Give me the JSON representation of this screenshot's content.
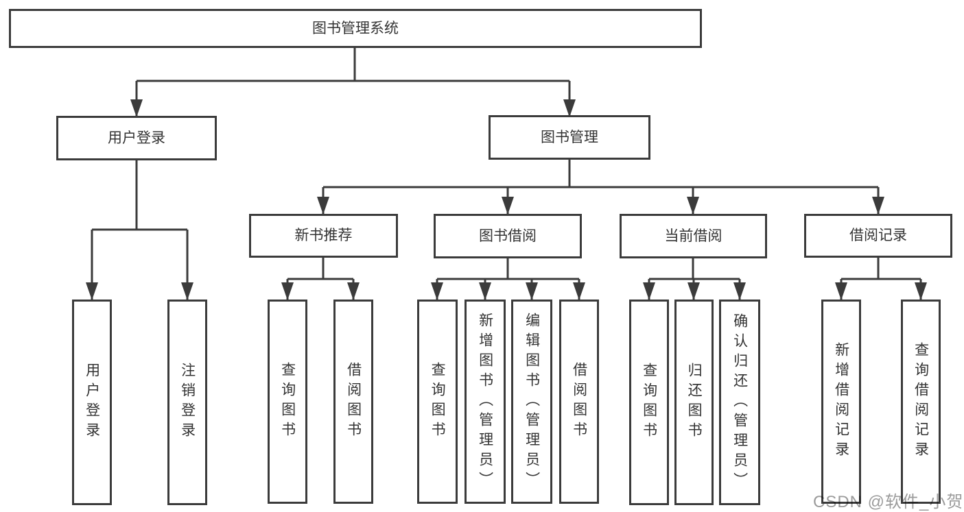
{
  "tree": {
    "root": {
      "label": "图书管理系统",
      "children": [
        {
          "label": "用户登录",
          "children": [
            {
              "label": "用户登录"
            },
            {
              "label": "注销登录"
            }
          ]
        },
        {
          "label": "图书管理",
          "children": [
            {
              "label": "新书推荐",
              "children": [
                {
                  "label": "查询图书"
                },
                {
                  "label": "借阅图书"
                }
              ]
            },
            {
              "label": "图书借阅",
              "children": [
                {
                  "label": "查询图书"
                },
                {
                  "label": "新增图书（管理员）"
                },
                {
                  "label": "编辑图书（管理员）"
                },
                {
                  "label": "借阅图书"
                }
              ]
            },
            {
              "label": "当前借阅",
              "children": [
                {
                  "label": "查询图书"
                },
                {
                  "label": "归还图书"
                },
                {
                  "label": "确认归还（管理员）"
                }
              ]
            },
            {
              "label": "借阅记录",
              "children": [
                {
                  "label": "新增借阅记录"
                },
                {
                  "label": "查询借阅记录"
                }
              ]
            }
          ]
        }
      ]
    }
  },
  "watermark": "CSDN @软件_小贺同学",
  "colors": {
    "line": "#3b3b3b",
    "box_border": "#3b3b3b",
    "text": "#333333",
    "background": "#ffffff",
    "watermark": "#9b9b9b"
  }
}
